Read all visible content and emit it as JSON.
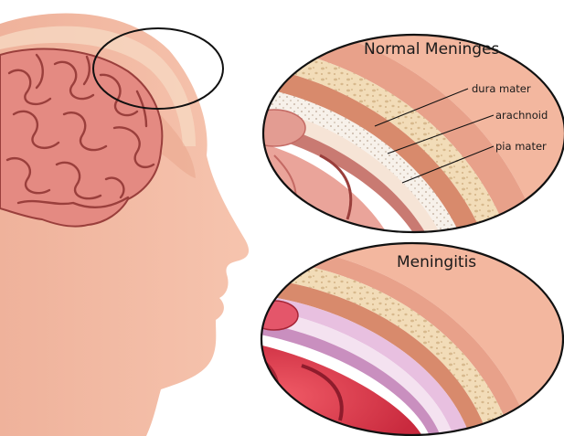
{
  "panels": {
    "normal": {
      "title": "Normal Meninges",
      "labels": {
        "dura": "dura mater",
        "arachnoid": "arachnoid",
        "pia": "pia mater"
      }
    },
    "meningitis": {
      "title": "Meningitis"
    }
  },
  "colors": {
    "skin": "#f2b7a0",
    "skin_shadow": "#e09a82",
    "brain": "#e38b82",
    "brain_dark": "#9a3f3c",
    "bone": "#f2dcb8",
    "bone_dots": "#d7b98d",
    "dura": "#d68a6c",
    "inflamed": "#d8344a",
    "inflamed_dark": "#8e1c2c",
    "pia_inflamed": "#d9b3d8",
    "outline": "#111111"
  }
}
